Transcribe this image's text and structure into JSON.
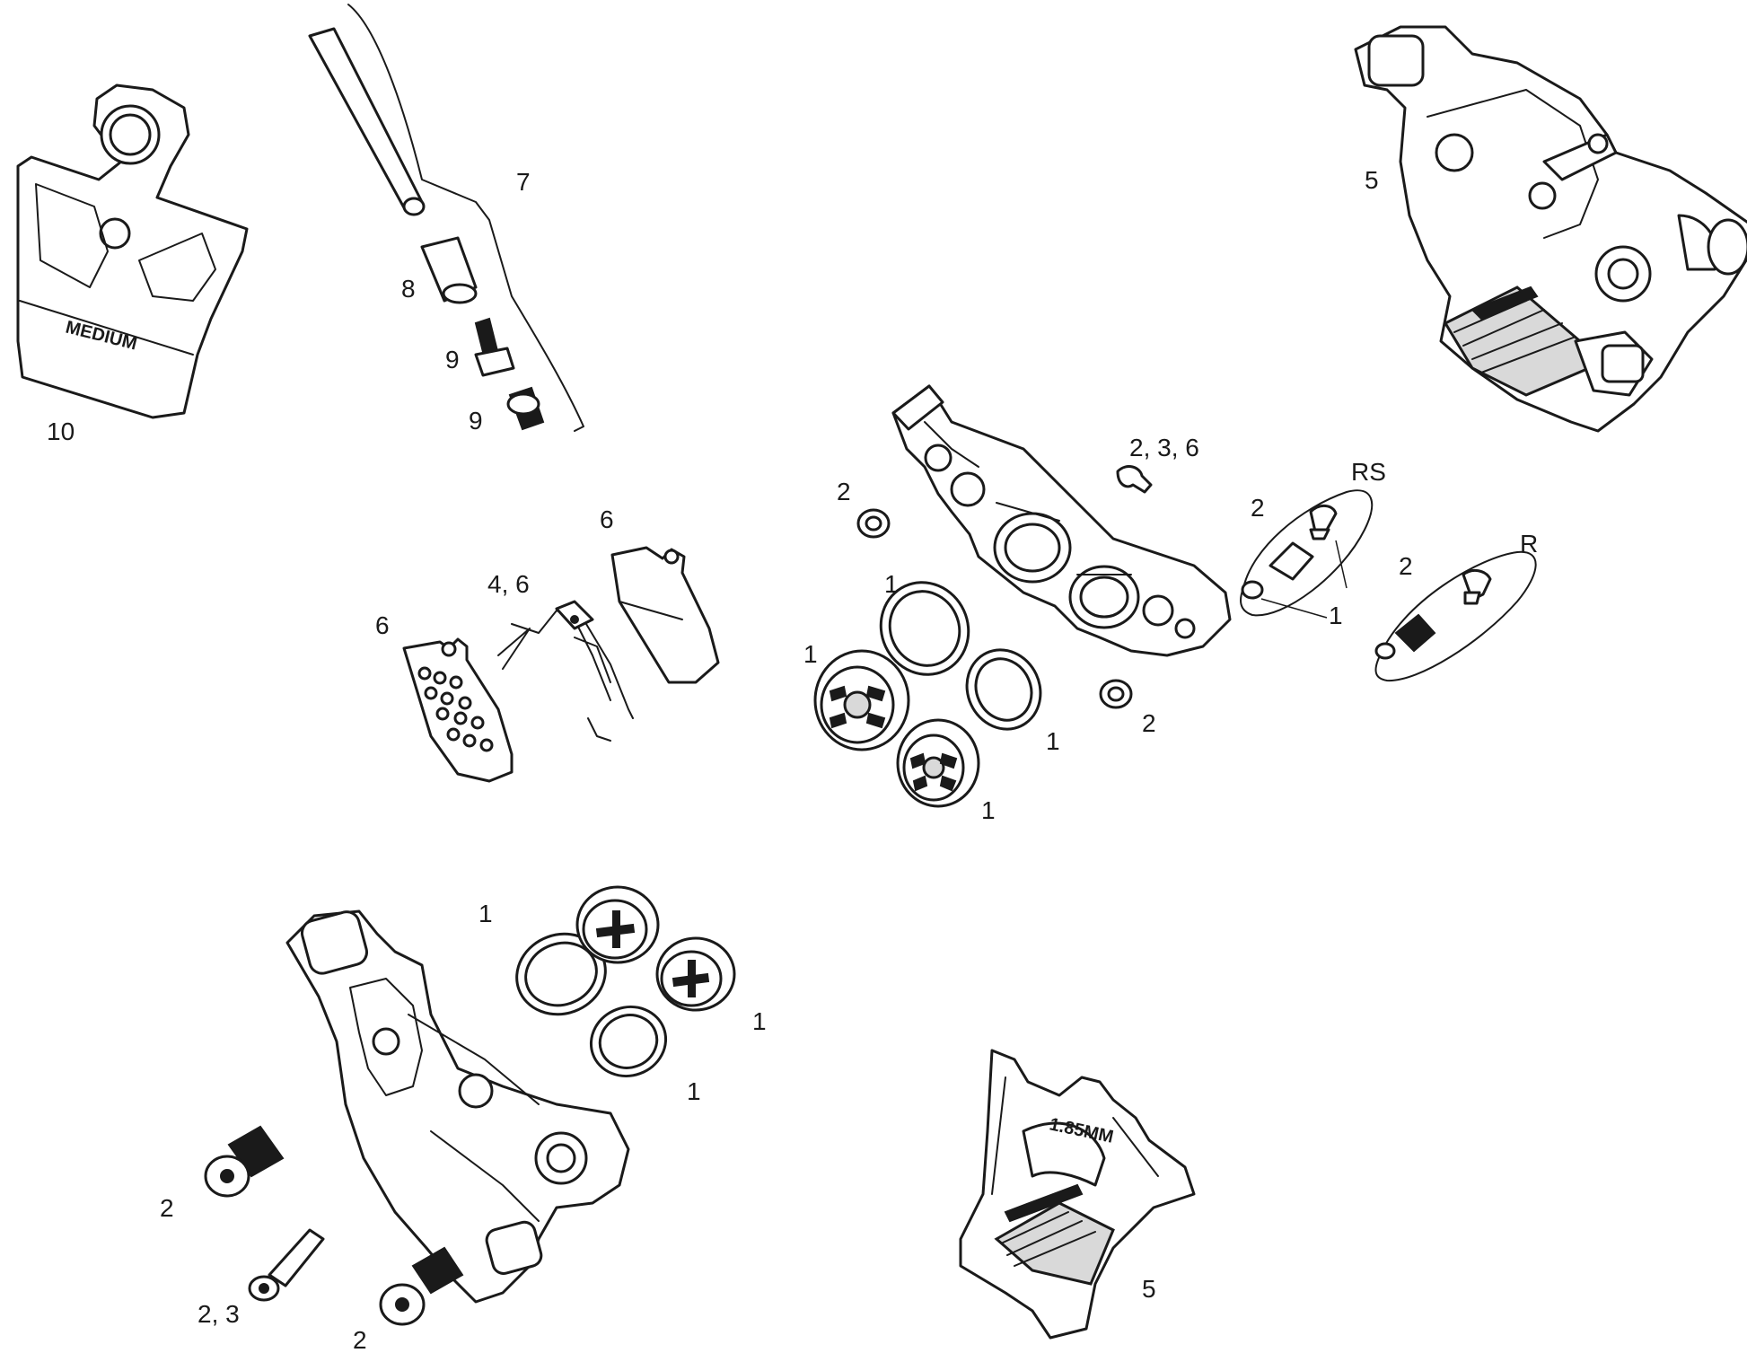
{
  "callouts": {
    "c10": "10",
    "c7": "7",
    "c8": "8",
    "c9a": "9",
    "c9b": "9",
    "c5_top": "5",
    "c2_3_6": "2, 3, 6",
    "cRS": "RS",
    "c2_caliper_left": "2",
    "c2_rs": "2",
    "c1_rs": "1",
    "cR": "R",
    "c2_r": "2",
    "c6_top": "6",
    "c4_6": "4, 6",
    "c6_left": "6",
    "c1_seal_top": "1",
    "c1_piston_left": "1",
    "c1_seal_right": "1",
    "c1_piston_bottom": "1",
    "c2_caliper_bottom": "2",
    "c1_lower_top": "1",
    "c1_lower_right": "1",
    "c1_lower_bottom": "1",
    "c2_bolt_a": "2",
    "c2_3_pin": "2, 3",
    "c2_bolt_b": "2",
    "c5_bottom": "5"
  },
  "embossed_text": {
    "pad_gauge": "MEDIUM",
    "spacer_gauge": "1.85MM"
  }
}
